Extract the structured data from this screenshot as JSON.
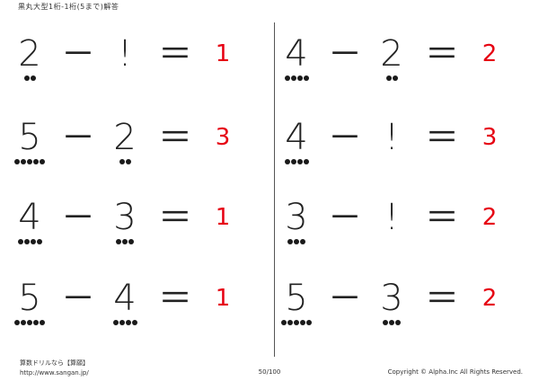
{
  "header": {
    "title": "黒丸大型1桁-1桁(5まで)解答"
  },
  "problems": [
    {
      "a": "2",
      "op": "－",
      "b": "!",
      "eq": "＝",
      "ans": "1"
    },
    {
      "a": "5",
      "op": "－",
      "b": "2",
      "eq": "＝",
      "ans": "3"
    },
    {
      "a": "4",
      "op": "－",
      "b": "3",
      "eq": "＝",
      "ans": "1"
    },
    {
      "a": "5",
      "op": "－",
      "b": "4",
      "eq": "＝",
      "ans": "1"
    },
    {
      "a": "4",
      "op": "－",
      "b": "2",
      "eq": "＝",
      "ans": "2"
    },
    {
      "a": "4",
      "op": "－",
      "b": "!",
      "eq": "＝",
      "ans": "3"
    },
    {
      "a": "3",
      "op": "－",
      "b": "!",
      "eq": "＝",
      "ans": "2"
    },
    {
      "a": "5",
      "op": "－",
      "b": "3",
      "eq": "＝",
      "ans": "2"
    }
  ],
  "dot_counts": [
    {
      "a": 2,
      "b": 0
    },
    {
      "a": 5,
      "b": 2
    },
    {
      "a": 4,
      "b": 3
    },
    {
      "a": 5,
      "b": 4
    },
    {
      "a": 4,
      "b": 2
    },
    {
      "a": 4,
      "b": 0
    },
    {
      "a": 3,
      "b": 0
    },
    {
      "a": 5,
      "b": 3
    }
  ],
  "footer": {
    "site_name": "算数ドリルなら【算願】",
    "url": "http://www.sangan.jp/",
    "page": "50/100",
    "copyright": "Copyright  ©  Alpha.Inc  All  Rights  Reserved."
  },
  "colors": {
    "answer": "#e60012",
    "text": "#222222"
  }
}
